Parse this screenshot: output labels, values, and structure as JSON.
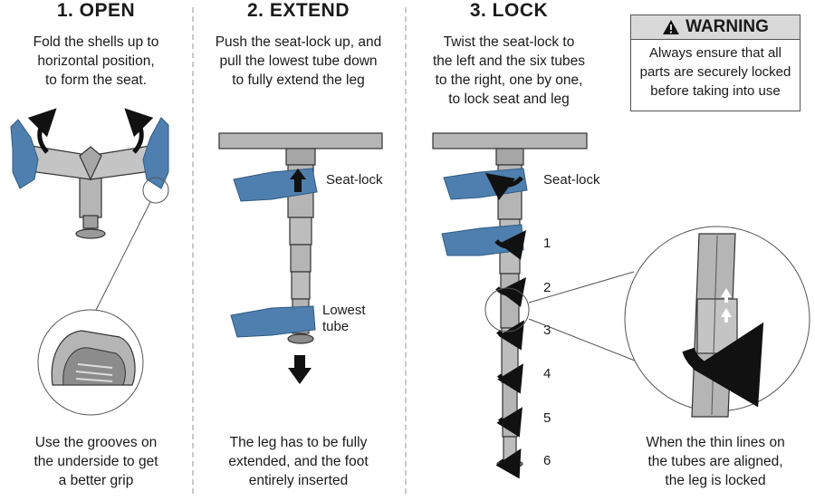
{
  "steps": [
    {
      "heading": "1. OPEN",
      "instruction": [
        "Fold the shells up to",
        "horizontal position,",
        "to form the seat."
      ],
      "caption": [
        "Use the grooves on",
        "the underside to get",
        "a better grip"
      ]
    },
    {
      "heading": "2. EXTEND",
      "instruction": [
        "Push the seat-lock up, and",
        "pull the lowest tube down",
        "to fully extend the leg"
      ],
      "caption": [
        "The leg has to be fully",
        "extended, and the foot",
        "entirely inserted"
      ],
      "labels": {
        "seat_lock": "Seat-lock",
        "lowest_tube": [
          "Lowest",
          "tube"
        ]
      }
    },
    {
      "heading": "3. LOCK",
      "instruction": [
        "Twist the seat-lock to",
        "the left and the six tubes",
        "to the right, one by one,",
        "to lock seat and leg"
      ],
      "labels": {
        "seat_lock": "Seat-lock"
      },
      "tube_numbers": [
        "1",
        "2",
        "3",
        "4",
        "5",
        "6"
      ]
    }
  ],
  "warning": {
    "title": "WARNING",
    "text": [
      "Always ensure that all",
      "parts are securely locked",
      "before taking into use"
    ]
  },
  "detail_caption": [
    "When the thin lines on",
    "the tubes are aligned,",
    "the leg is locked"
  ],
  "colors": {
    "hand": "#4f7fae",
    "hand_dark": "#2f5a85",
    "metal": "#b5b5b5",
    "metal_dark": "#8c8c8c",
    "outline": "#333333"
  },
  "icons": [
    "warning-triangle-icon",
    "rotate-arrow-icon",
    "push-up-arrow-icon",
    "pull-down-arrow-icon"
  ]
}
